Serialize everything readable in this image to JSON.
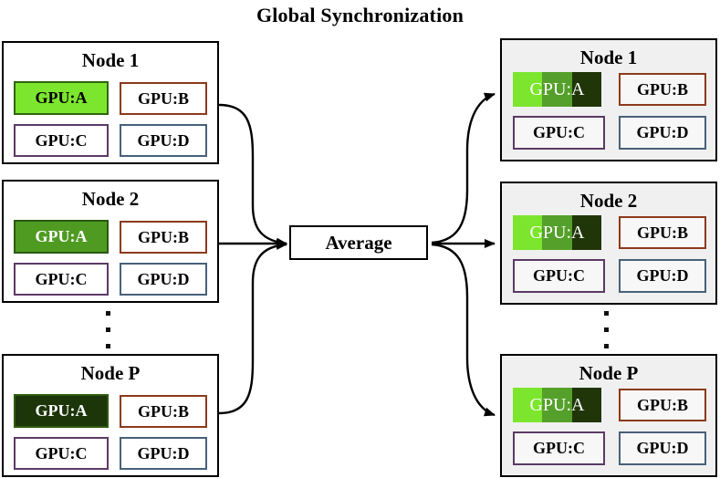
{
  "title": "Global Synchronization",
  "average_label": "Average",
  "ellipsis_symbol": "⋮",
  "colors": {
    "arrow": "#000000",
    "left_node_bg": "#ffffff",
    "right_node_bg": "#f0f0f0",
    "gpu_b_border": "#8c3a1b",
    "gpu_c_border": "#5c3a66",
    "gpu_d_border": "#47617a"
  },
  "left_nodes": [
    {
      "title": "Node 1",
      "gpu_a": {
        "label": "GPU:A",
        "fill": "#7ce62e",
        "border": "#2f6410",
        "text_color": "#000000"
      },
      "gpu_b": {
        "label": "GPU:B"
      },
      "gpu_c": {
        "label": "GPU:C"
      },
      "gpu_d": {
        "label": "GPU:D"
      }
    },
    {
      "title": "Node 2",
      "gpu_a": {
        "label": "GPU:A",
        "fill": "#4f9b22",
        "border": "#2b590e",
        "text_color": "#ffffff"
      },
      "gpu_b": {
        "label": "GPU:B"
      },
      "gpu_c": {
        "label": "GPU:C"
      },
      "gpu_d": {
        "label": "GPU:D"
      }
    },
    {
      "title": "Node P",
      "gpu_a": {
        "label": "GPU:A",
        "fill": "#1c3509",
        "border": "#2d5c10",
        "text_color": "#ffffff"
      },
      "gpu_b": {
        "label": "GPU:B"
      },
      "gpu_c": {
        "label": "GPU:C"
      },
      "gpu_d": {
        "label": "GPU:D"
      }
    }
  ],
  "right_nodes": [
    {
      "title": "Node 1",
      "gpu_a": {
        "label": "GPU:A",
        "stripes": [
          "#7ce62e",
          "#55a02a",
          "#203608"
        ],
        "text_color": "#ffffff"
      },
      "gpu_b": {
        "label": "GPU:B"
      },
      "gpu_c": {
        "label": "GPU:C"
      },
      "gpu_d": {
        "label": "GPU:D"
      }
    },
    {
      "title": "Node 2",
      "gpu_a": {
        "label": "GPU:A",
        "stripes": [
          "#7ce62e",
          "#55a02a",
          "#203608"
        ],
        "text_color": "#ffffff"
      },
      "gpu_b": {
        "label": "GPU:B"
      },
      "gpu_c": {
        "label": "GPU:C"
      },
      "gpu_d": {
        "label": "GPU:D"
      }
    },
    {
      "title": "Node P",
      "gpu_a": {
        "label": "GPU:A",
        "stripes": [
          "#7ce62e",
          "#55a02a",
          "#203608"
        ],
        "text_color": "#ffffff"
      },
      "gpu_b": {
        "label": "GPU:B"
      },
      "gpu_c": {
        "label": "GPU:C"
      },
      "gpu_d": {
        "label": "GPU:D"
      }
    }
  ]
}
